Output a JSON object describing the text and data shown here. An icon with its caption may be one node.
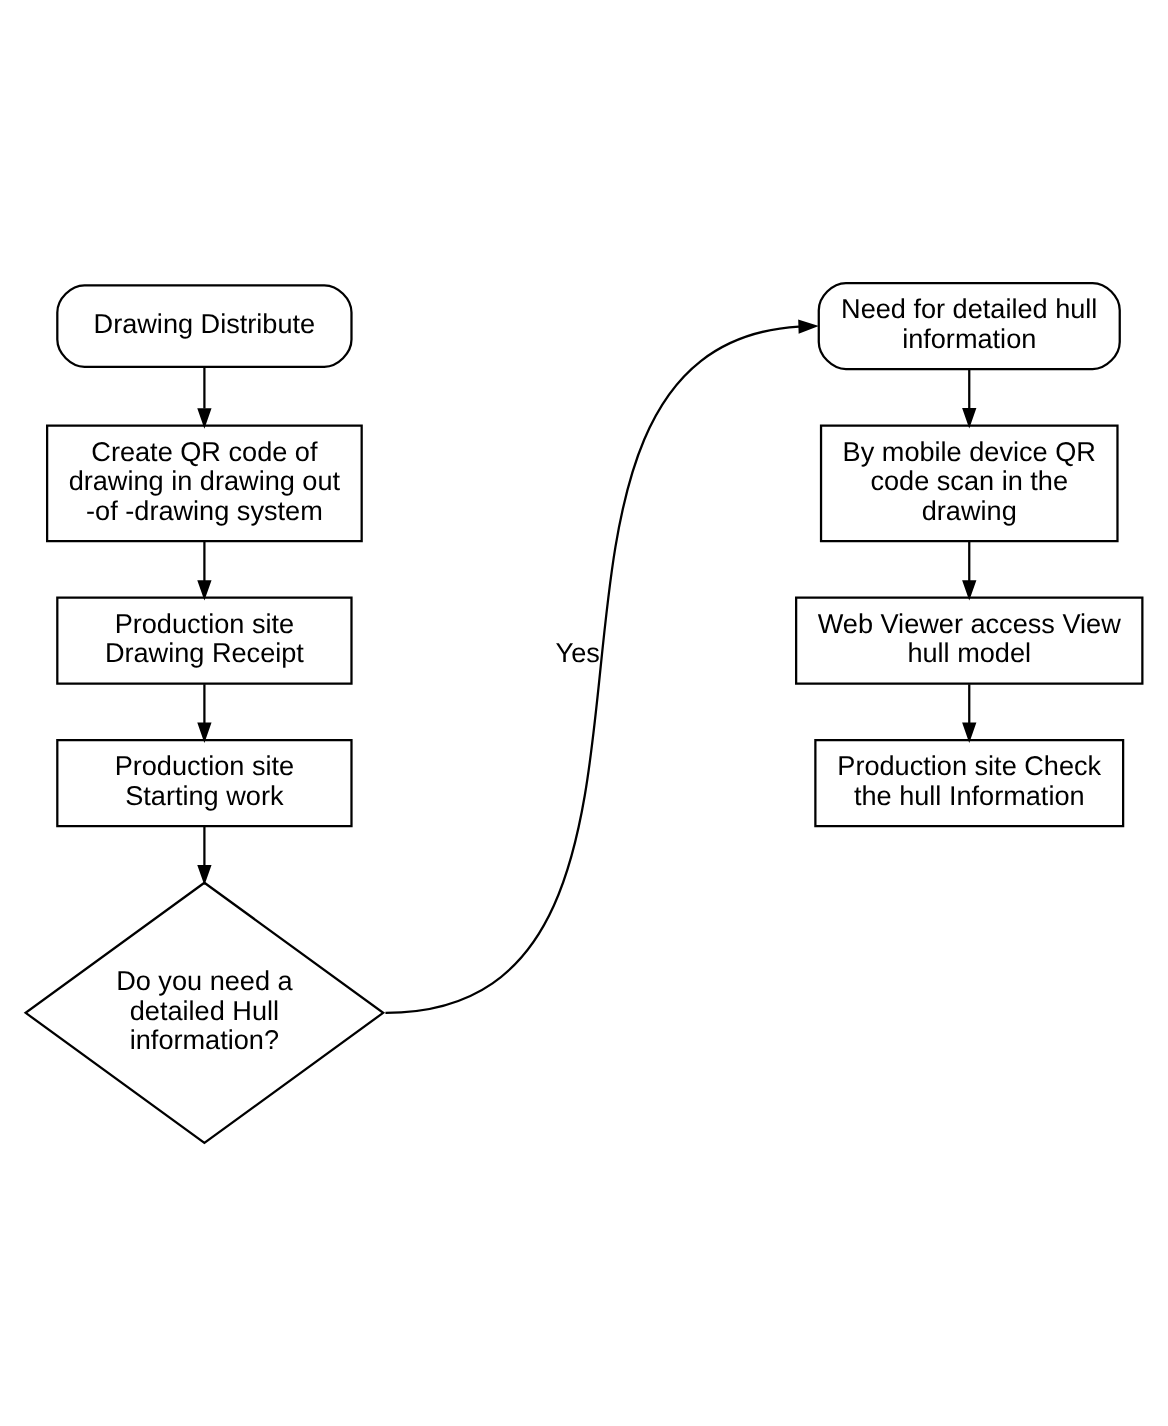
{
  "diagram": {
    "nodes": [
      {
        "text": [
          "Drawing Distribute"
        ]
      },
      {
        "text": [
          "Create QR code of drawing in drawing out -of -drawing system"
        ]
      },
      {
        "text": [
          "Production site Drawing Receipt"
        ]
      },
      {
        "text": [
          "Production site Starting work"
        ]
      },
      {
        "text": [
          "Do you need a detailed Hull information?"
        ]
      },
      {
        "text": [
          "Need for detailed hull information"
        ]
      },
      {
        "text": [
          "By mobile device QR code scan in the drawing"
        ]
      },
      {
        "text": [
          "Web Viewer access View hull model"
        ]
      },
      {
        "text": [
          "Production site Check the hull Information"
        ]
      }
    ],
    "edges": [
      {
        "from": 0,
        "to": 1,
        "arrow": "to"
      },
      {
        "from": 1,
        "to": 2,
        "arrow": "to"
      },
      {
        "from": 2,
        "to": 3,
        "arrow": "to"
      },
      {
        "from": 3,
        "to": 4,
        "arrow": "to"
      },
      {
        "from": 4,
        "to": 5,
        "arrow": "to",
        "label": "Yes"
      },
      {
        "from": 5,
        "to": 6,
        "arrow": "to"
      },
      {
        "from": 6,
        "to": 7,
        "arrow": "to"
      },
      {
        "from": 7,
        "to": 8,
        "arrow": "to"
      }
    ]
  }
}
